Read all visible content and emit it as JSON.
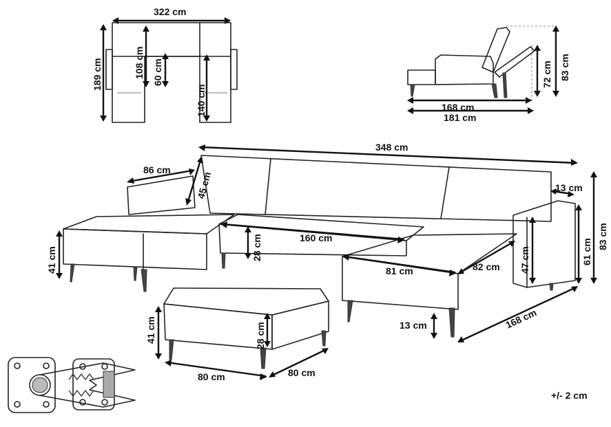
{
  "top_view": {
    "width_label": "322 cm",
    "depth_label": "189 cm",
    "seat_depth_label": "108 cm",
    "inner_depth_label": "60 cm",
    "chaise_length_label": "140 cm"
  },
  "side_view": {
    "seat_length_label": "168 cm",
    "total_length_label": "181 cm",
    "back_height_label": "72 cm",
    "total_height_label": "83 cm"
  },
  "main_view": {
    "total_width_label": "348 cm",
    "armrest_length_label": "86 cm",
    "back_height_label": "45 cm",
    "arm_width_label": "13 cm",
    "seat_height_label": "41 cm",
    "cushion_height_label": "28 cm",
    "middle_seat_label": "160 cm",
    "chaise_width_label": "81 cm",
    "chaise_depth_label": "82 cm",
    "arm_height_label": "47 cm",
    "arm_total_label": "61 cm",
    "overall_height_label": "83 cm",
    "right_depth_label": "168 cm",
    "leg_height_label": "13 cm"
  },
  "ottoman": {
    "height_label": "41 cm",
    "cushion_label": "28 cm",
    "width_label": "80 cm",
    "depth_label": "80 cm"
  },
  "tolerance": "+/- 2 cm"
}
